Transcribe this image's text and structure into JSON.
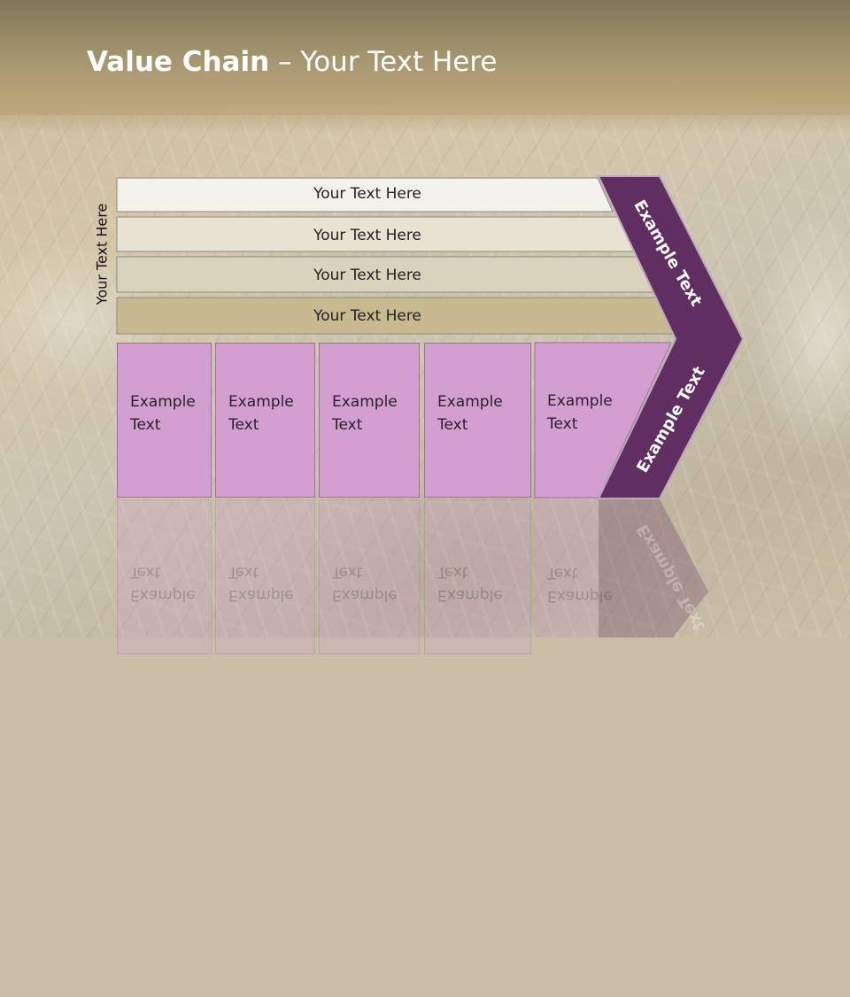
{
  "slide": {
    "title_bold": "Value Chain",
    "title_rest": " – Your Text Here"
  },
  "side_label": "Your Text Here",
  "support_bands": [
    {
      "label": "Your Text Here"
    },
    {
      "label": "Your Text Here"
    },
    {
      "label": "Your Text Here"
    },
    {
      "label": "Your Text Here"
    }
  ],
  "primary_activities": [
    {
      "label": "Example Text"
    },
    {
      "label": "Example Text"
    },
    {
      "label": "Example Text"
    },
    {
      "label": "Example Text"
    },
    {
      "label": "Example Text"
    }
  ],
  "margin_arrow": {
    "upper_label": "Example Text",
    "lower_label": "Example Text"
  },
  "colors": {
    "band_1": "#f3f1ec",
    "band_2": "#e8e2d2",
    "band_3": "#dbd2bd",
    "band_4": "#c8b991",
    "activity_fill": "#d29fd0",
    "margin_arrow": "#612e62"
  }
}
